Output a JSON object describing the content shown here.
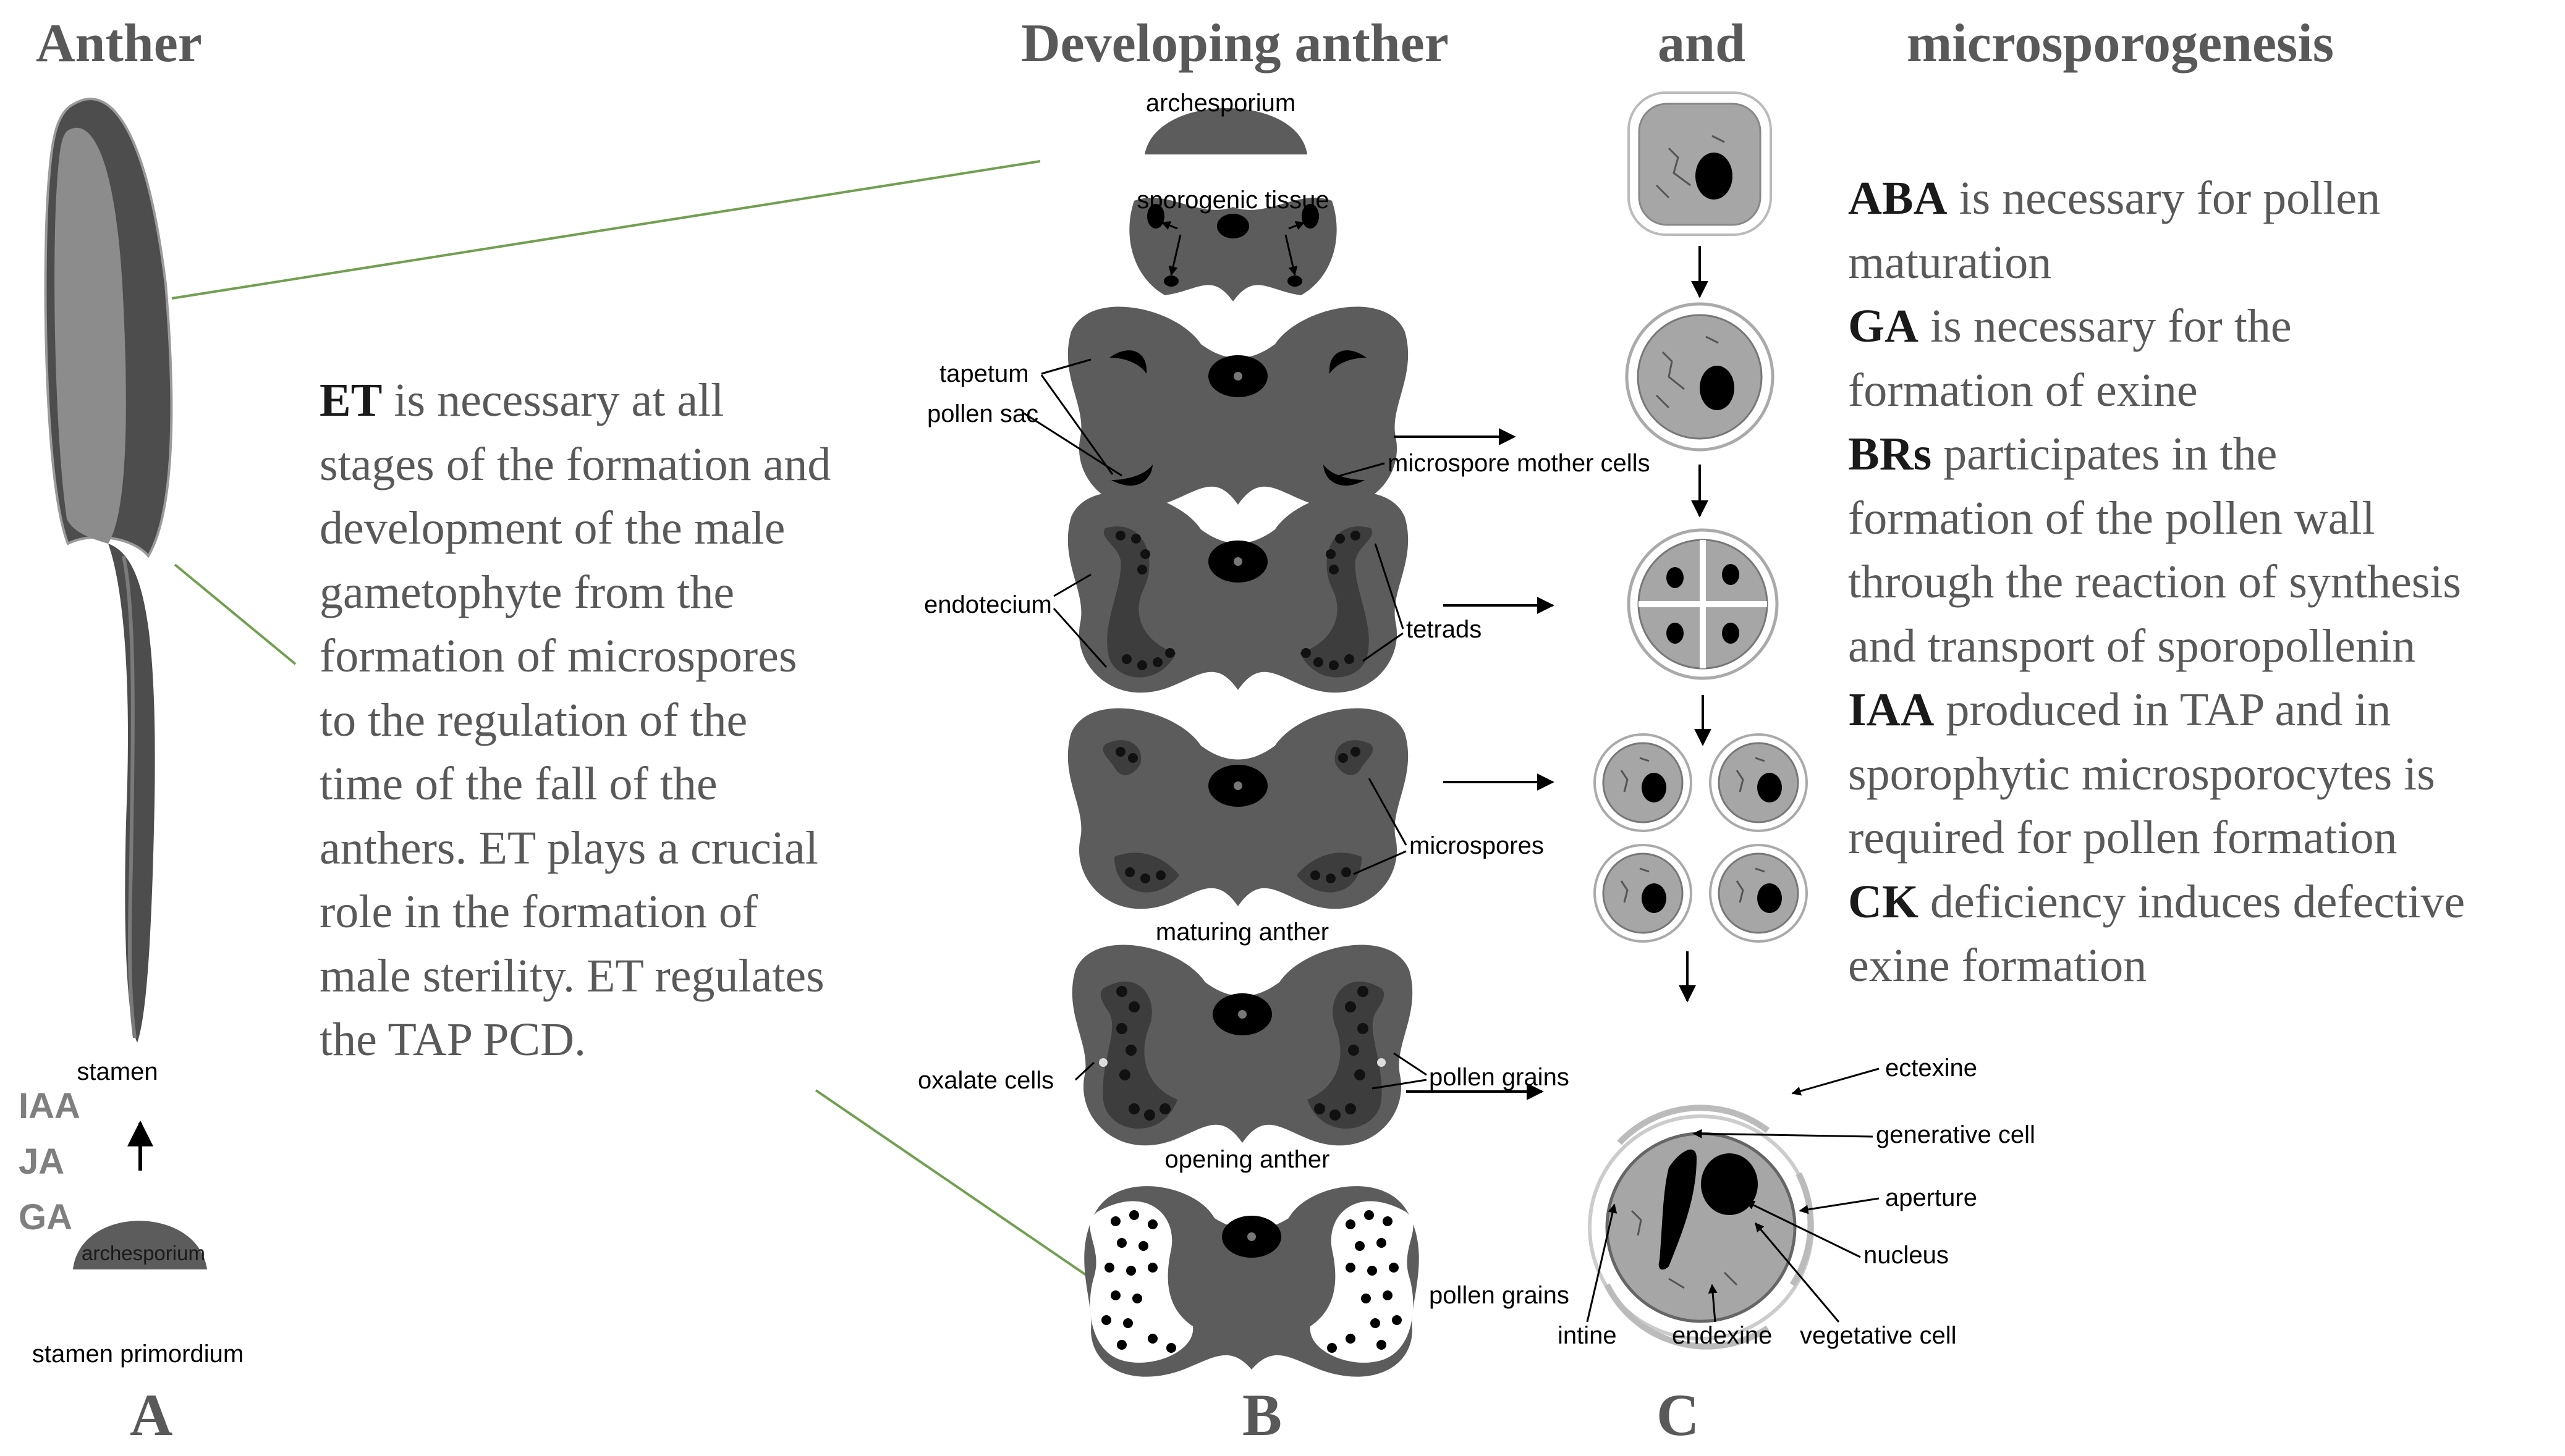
{
  "headings": {
    "anther": "Anther",
    "developing": "Developing anther",
    "and": "and",
    "micro": "microsporogenesis"
  },
  "panels": [
    "A",
    "B",
    "C"
  ],
  "panel_a": {
    "stamen": "stamen",
    "archesporium": "archesporium",
    "primordium": "stamen primordium",
    "hormones": [
      "IAA",
      "JA",
      "GA"
    ]
  },
  "et_text": {
    "bold": "ET",
    "lines": [
      " is necessary at all",
      "stages of the formation and",
      "development of the male",
      "gametophyte from the",
      "formation of microspores",
      "to the regulation of the",
      "time of the fall of the",
      "anthers. ET plays a crucial",
      "role in the formation of",
      "male sterility. ET regulates",
      "the TAP PCD."
    ]
  },
  "panel_b": {
    "archesporium": "archesporium",
    "sporogenic": "sporogenic tissue",
    "tapetum": "tapetum",
    "pollen_sac": "pollen sac",
    "mmc": "microspore mother cells",
    "endotecium": "endotecium",
    "tetrads": "tetrads",
    "microspores": "microspores",
    "maturing": "maturing anther",
    "oxalate": "oxalate cells",
    "pollen_grains_1": "pollen grains",
    "opening": "opening anther",
    "pollen_grains_2": "pollen grains"
  },
  "panel_c": {
    "ectexine": "ectexine",
    "generative": "generative cell",
    "aperture": "aperture",
    "nucleus": "nucleus",
    "intine": "intine",
    "endexine": "endexine",
    "vegetative": "vegetative cell"
  },
  "hormone_notes": [
    {
      "bold": "ABA",
      "lines": [
        " is necessary for pollen",
        "maturation"
      ]
    },
    {
      "bold": "GA",
      "lines": [
        " is necessary for the",
        "formation of exine"
      ]
    },
    {
      "bold": "BRs",
      "lines": [
        " participates in the",
        "formation of the pollen wall",
        "through the reaction of synthesis",
        "and transport of sporopollenin"
      ]
    },
    {
      "bold": "IAA",
      "lines": [
        " produced in TAP and in",
        "sporophytic microsporocytes is",
        "required for pollen formation"
      ]
    },
    {
      "bold": "CK",
      "lines": [
        " deficiency induces defective",
        "exine formation"
      ]
    }
  ],
  "colors": {
    "heading": "#595959",
    "body_text": "#595959",
    "bold_text": "#1a1a1a",
    "anther_tissue": "#5c5c5c",
    "cell_gray": "#a6a6a6",
    "connector": "#70a050"
  }
}
